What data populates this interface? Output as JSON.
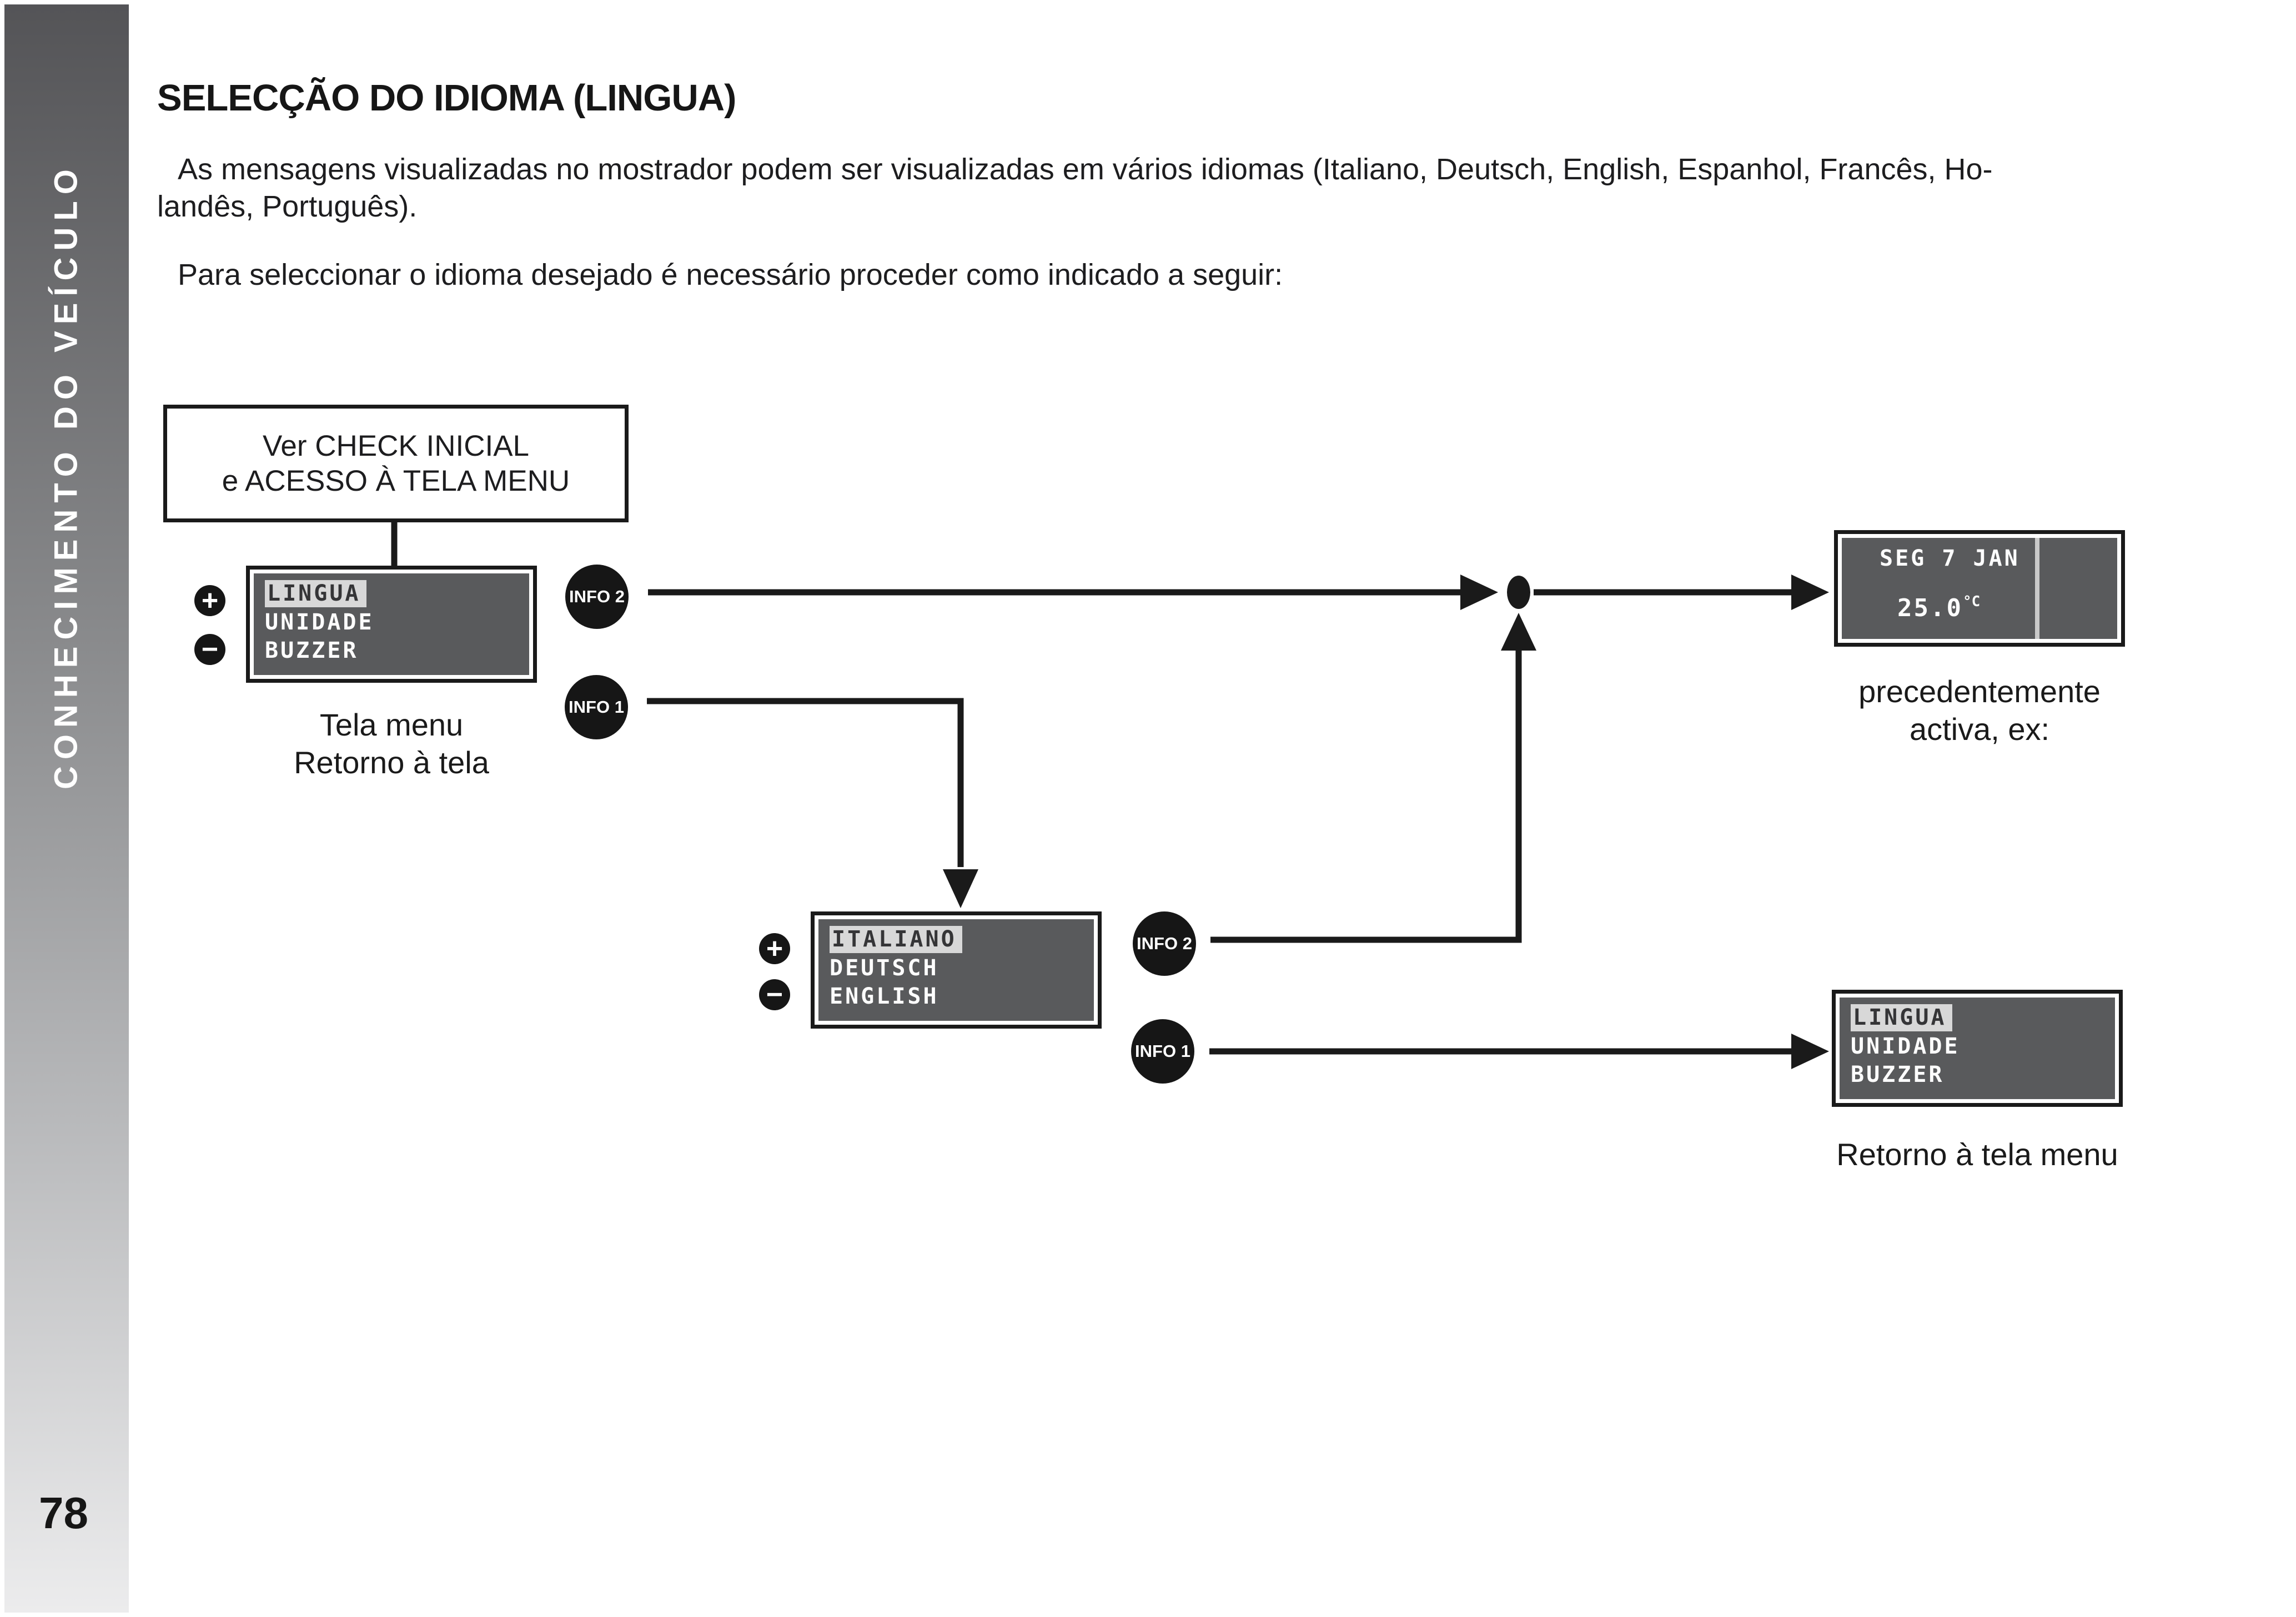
{
  "sidebar": {
    "vertical_text": "CONHECIMENTO DO VEÍCULO",
    "page_number": "78"
  },
  "content": {
    "title": "SELECÇÃO DO IDIOMA (LINGUA)",
    "para1_line1": "As mensagens visualizadas no mostrador podem ser visualizadas em vários idiomas (Italiano, Deutsch, English, Espanhol, Francês, Ho-",
    "para1_line2": "landês, Português).",
    "para2": "Para seleccionar o idioma desejado é necessário proceder como indicado a seguir:"
  },
  "diagram": {
    "check_box": {
      "line1": "Ver CHECK INICIAL",
      "line2": "e ACESSO À TELA MENU"
    },
    "buttons": {
      "plus": "+",
      "minus": "−",
      "info2": "INFO 2",
      "info1": "INFO 1"
    },
    "menu_display": {
      "selected": "LINGUA",
      "item2": "UNIDADE",
      "item3": "BUZZER",
      "caption_line1": "Tela menu",
      "caption_line2": "Retorno à tela"
    },
    "language_display": {
      "selected": "ITALIANO",
      "item2": "DEUTSCH",
      "item3": "ENGLISH"
    },
    "previous_display": {
      "date": "SEG 7 JAN",
      "temp_value": "25.0",
      "temp_unit": "°C",
      "caption_line1": "precedentemente",
      "caption_line2": "activa, ex:"
    },
    "return_display": {
      "selected": "LINGUA",
      "item2": "UNIDADE",
      "item3": "BUZZER",
      "caption": "Retorno à tela menu"
    },
    "colors": {
      "screen": "#595a5c",
      "highlight": "#d8d8d8",
      "ink": "#1a1a1a"
    }
  }
}
